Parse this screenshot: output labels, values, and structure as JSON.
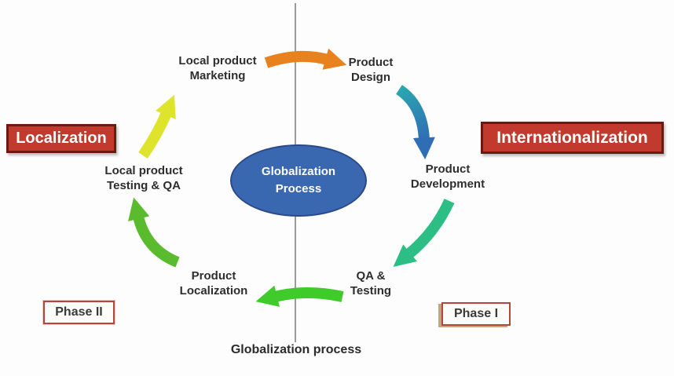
{
  "diagram": {
    "center_label": "Globalization\nProcess",
    "bottom_caption": "Globalization process",
    "nodes": [
      {
        "name": "local-product-marketing",
        "label": "Local product\nMarketing"
      },
      {
        "name": "product-design",
        "label": "Product\nDesign"
      },
      {
        "name": "product-development",
        "label": "Product\nDevelopment"
      },
      {
        "name": "qa-testing",
        "label": "QA &\nTesting"
      },
      {
        "name": "product-localization",
        "label": "Product\nLocalization"
      },
      {
        "name": "local-product-testing-qa",
        "label": "Local product\nTesting & QA"
      }
    ],
    "side_boxes": [
      {
        "name": "localization",
        "label": "Localization"
      },
      {
        "name": "internationalization",
        "label": "Internationalization"
      }
    ],
    "phase_boxes": [
      {
        "name": "phase-2",
        "label": "Phase II"
      },
      {
        "name": "phase-1",
        "label": "Phase I"
      }
    ],
    "arrows": [
      {
        "name": "arrow-marketing-to-design",
        "from": "Local product Marketing",
        "to": "Product Design"
      },
      {
        "name": "arrow-design-to-development",
        "from": "Product Design",
        "to": "Product Development"
      },
      {
        "name": "arrow-development-to-qa",
        "from": "Product Development",
        "to": "QA & Testing"
      },
      {
        "name": "arrow-qa-to-localization",
        "from": "QA & Testing",
        "to": "Product Localization"
      },
      {
        "name": "arrow-localization-to-testing",
        "from": "Product Localization",
        "to": "Local product Testing & QA"
      },
      {
        "name": "arrow-testing-to-marketing",
        "from": "Local product Testing & QA",
        "to": "Local product Marketing"
      }
    ],
    "colors": {
      "background": "#FDFDFD",
      "axis_line": "#9B9B9B",
      "center_fill": "#3A68B0",
      "center_border": "#2B4A8B",
      "center_text": "#FFFFFF",
      "red_box_fill": "#C13A2D",
      "red_box_border": "#6B1A12",
      "red_box_text": "#FFFFFF",
      "phase_box_fill": "#FCFCF8",
      "phase_box_border": "#B5443C",
      "label_text": "#2E2E2E",
      "arrow_orange": "#E8821E",
      "arrow_blue_start": "#2AA7B0",
      "arrow_blue_end": "#2F6EB5",
      "arrow_emerald": "#2DBE85",
      "arrow_green_bright": "#3FCB2A",
      "arrow_green": "#5ABB2F",
      "arrow_yellow": "#DEE42B"
    }
  }
}
